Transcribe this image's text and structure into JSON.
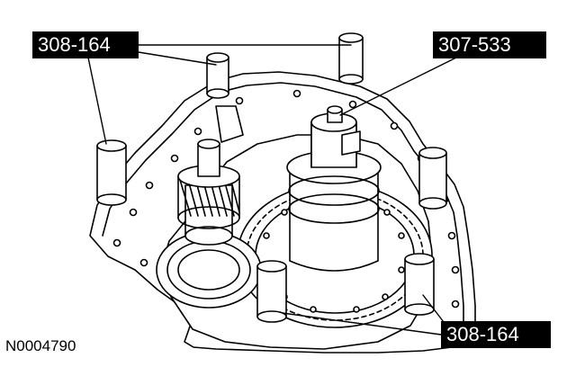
{
  "labels": {
    "tool_top_left": "308-164",
    "tool_top_right": "307-533",
    "tool_bottom_right": "308-164"
  },
  "figure_id": "N0004790",
  "colors": {
    "line": "#000000",
    "background": "#ffffff",
    "tag_fill": "#000000",
    "tag_text": "#ffffff"
  }
}
